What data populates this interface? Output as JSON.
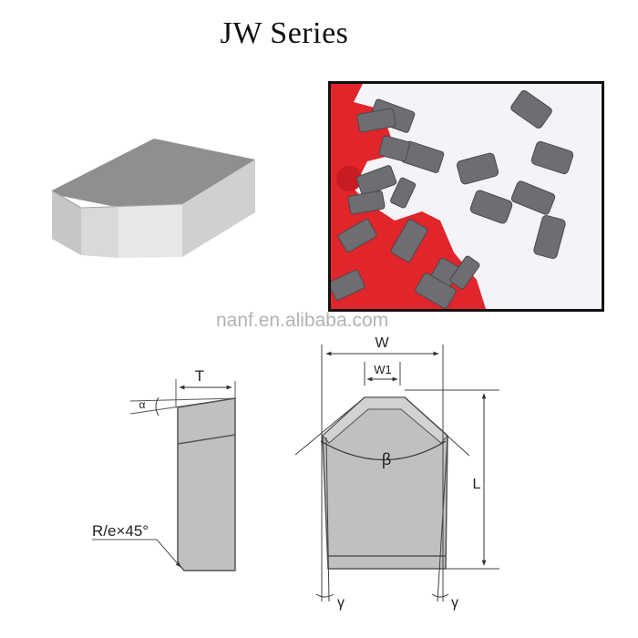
{
  "title": "JW Series",
  "watermark": "nanf.en.alibaba.com",
  "product_render": {
    "description": "3D grey carbide brazed tip (JW type) with chamfered front",
    "colors": {
      "top": "#8f8f8f",
      "left": "#c4c4c4",
      "front_left": "#d8d8d8",
      "front_mid": "#e6e6e6",
      "right": "#cfcfcf"
    }
  },
  "photo": {
    "description": "Grey carbide tips scattered on a red saw blade on white background",
    "colors": {
      "blade": "#e0252b",
      "tip": "#6e6e72",
      "background": "#f4f4f8",
      "frame": "#111111"
    }
  },
  "side_view": {
    "labels": {
      "thickness": "T",
      "angle_alpha": "α",
      "chamfer": "R/e×45°"
    }
  },
  "front_view": {
    "labels": {
      "width": "W",
      "top_width": "W1",
      "length": "L",
      "angle_beta": "β",
      "angle_gamma_left": "γ",
      "angle_gamma_right": "γ"
    }
  },
  "colors": {
    "fill": "#c0c0c0",
    "fill_light": "#d0d0d0",
    "stroke": "#555555",
    "dim_line": "#333333"
  }
}
